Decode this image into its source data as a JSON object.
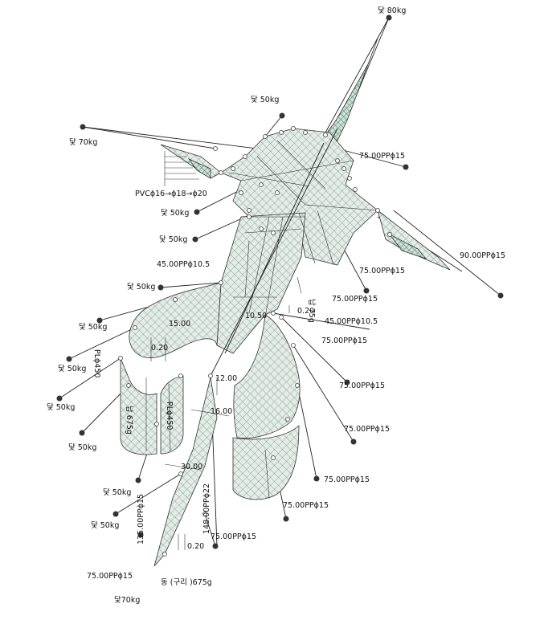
{
  "labels": {
    "anchor_top": "닻 80kg",
    "anchor_50_top": "닻 50kg",
    "anchor_70_left": "닻 70kg",
    "pvc": "PVCϕ16→ϕ18→ϕ20",
    "anchor_50_a": "닻 50kg",
    "anchor_50_b": "닻 50kg",
    "rope_4500_a": "45.00PPϕ10.5",
    "anchor_50_c": "닻 50kg",
    "anchor_50_d": "닻 50kg",
    "anchor_50_e": "닻 50kg",
    "anchor_50_f": "닻 50kg",
    "anchor_50_g": "닻 50kg",
    "anchor_50_h": "닻 50kg",
    "anchor_50_i": "닻 50kg",
    "rope_75_top": "75.00PPϕ15",
    "rope_90": "90.00PPϕ15",
    "rope_75_mid": "75.00PPϕ15",
    "rope_75_r1": "75.00PPϕ15",
    "weight_75": "납 75g",
    "dim_020_a": "0.20",
    "rope_4500_b": "45.00PPϕ10.5",
    "rope_75_r2": "75.00PPϕ15",
    "rope_75_r3": "75.00PPϕ15",
    "rope_75_r4": "75.00PPϕ15",
    "rope_75_r5": "75.00PPϕ15",
    "rope_75_r6": "75.00PPϕ15",
    "rope_75_bottom": "75.00PPϕ15",
    "rope_75_left": "75.00PPϕ15",
    "dim_1500": "15.00",
    "dim_1050": "10.50",
    "dim_020_b": "0.20",
    "dim_1200": "12.00",
    "dim_1600": "16.00",
    "dim_3000": "30.00",
    "dim_020_c": "0.20",
    "pl450_a": "PLϕ450",
    "pl450_b": "PLϕ450",
    "weight_675": "납 675g",
    "rope_148": "148.00PPϕ22",
    "rope_135": "135.00PPϕ15",
    "copper": "동 (구리 )675g",
    "anchor_70_bottom": "닻70kg"
  },
  "colors": {
    "net_fill": "#dfe8e4",
    "net_dark": "#4a8a6a"
  }
}
